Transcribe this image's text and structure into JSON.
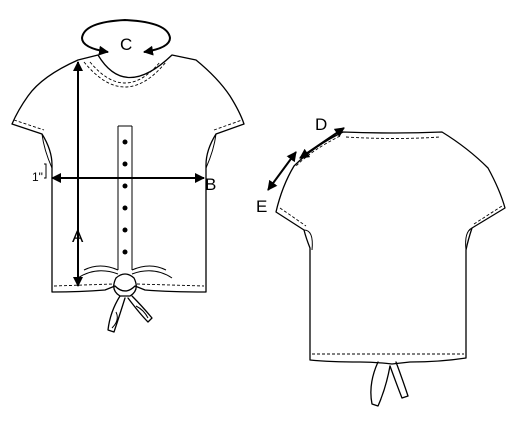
{
  "labels": {
    "a": "A",
    "b": "B",
    "c": "C",
    "d": "D",
    "e": "E",
    "inch": "1\""
  },
  "colors": {
    "line": "#000000",
    "background": "#ffffff"
  }
}
